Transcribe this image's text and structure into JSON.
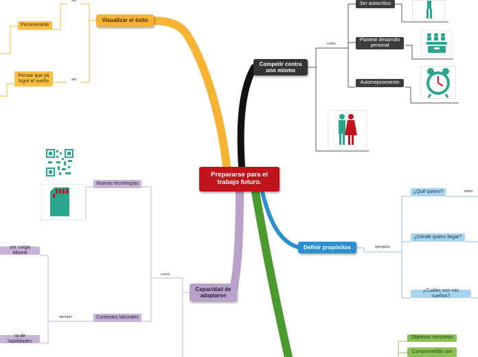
{
  "center": {
    "title": "Prepararse para el trabajo futuro."
  },
  "branches": {
    "visualizar": {
      "title": "Visualizar el éxito",
      "children": [
        "Perseverante",
        "Pensar que ya logré el sueño"
      ],
      "link_labels": [
        "ser",
        "así"
      ]
    },
    "competir": {
      "title": "Competir contra uno mismo",
      "link_label": "como",
      "children": [
        "Ser autocrítico",
        "Plantear desarrollo personal",
        "Automejoramiento"
      ]
    },
    "definir": {
      "title": "Definir propósitos",
      "link_label": "ejemplos",
      "children": [
        "¿Qué quiero?",
        "¿Dónde quiero llegar?",
        "¿Cuáles son mis sueños?"
      ],
      "child_link_label": "debo"
    },
    "capacidad": {
      "title": "Capacidad de adaptarse",
      "link_label": "como",
      "children": [
        "Nuevas tecnologías",
        "Contextos laborales"
      ],
      "child_link_label": "ejemplo",
      "grandchildren": [
        "yor carga laboral",
        "ra de habilidades"
      ]
    },
    "green": {
      "children": [
        "Objetivos concretos",
        "Comprometido con"
      ]
    }
  },
  "colors": {
    "center": "#c0141c",
    "orange": "#f7b334",
    "black": "#222222",
    "purple": "#b9a1c9",
    "blue": "#2b8fce",
    "green": "#4a9a2e"
  },
  "icons": [
    "person-icon",
    "teacher-students-icon",
    "alarm-clock-icon",
    "man-woman-icon",
    "qr-code-icon",
    "sd-card-icon"
  ]
}
